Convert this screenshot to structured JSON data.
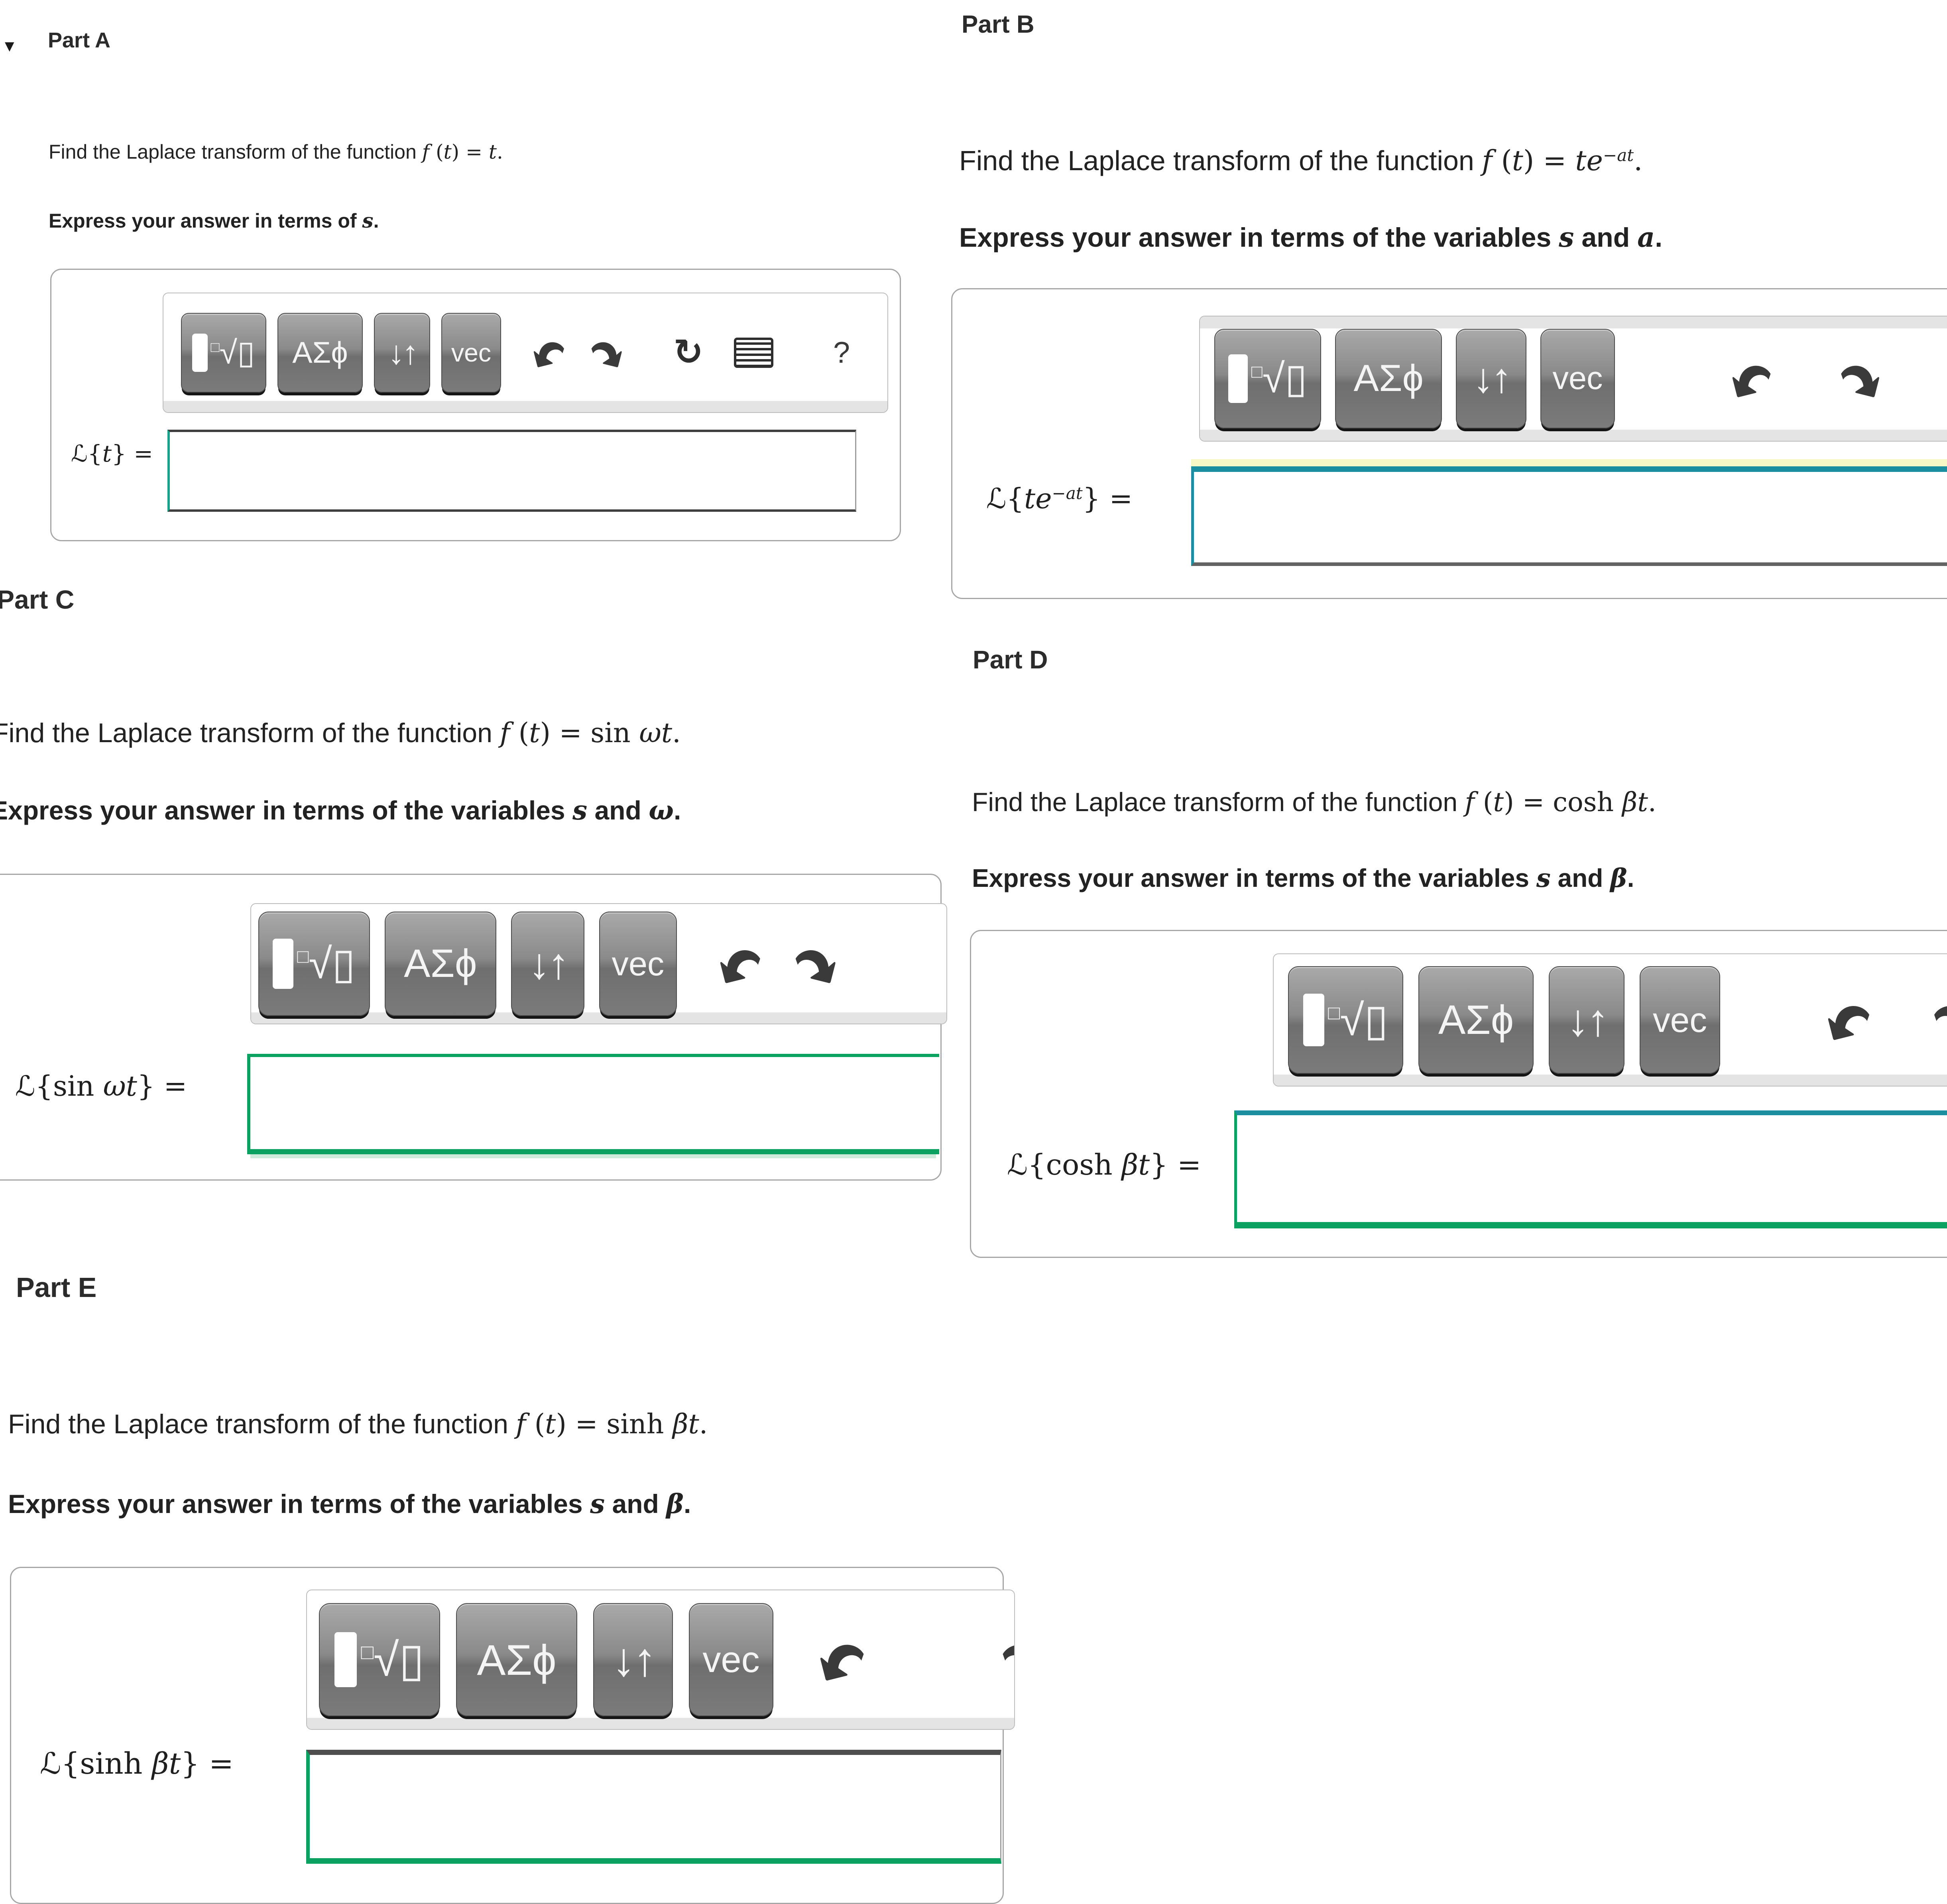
{
  "collapse_icon": "▼",
  "toolbar": {
    "sqrt_button_sup": "□",
    "sqrt_button_glyph": "√▯",
    "greek_button_label": "ΑΣϕ",
    "arrows_button_label": "↓↑",
    "vec_button_label": "vec",
    "help_label": "?"
  },
  "parts": [
    {
      "id": "A",
      "header": "Part A",
      "question": [
        {
          "t": "Find the Laplace transform of the function ",
          "m": false
        },
        {
          "t": "f (t) = t.",
          "m": true
        }
      ],
      "express": [
        {
          "t": "Express your answer in terms of ",
          "m": false
        },
        {
          "t": "s",
          "m": true
        },
        {
          "t": ".",
          "m": false
        }
      ],
      "answer_label": [
        {
          "t": "ℒ{",
          "m": false
        },
        {
          "t": "t",
          "m": true
        },
        {
          "t": "} =",
          "m": false
        }
      ],
      "input_value": ""
    },
    {
      "id": "B",
      "header": "Part B",
      "question": [
        {
          "t": "Find the Laplace transform of the function ",
          "m": false
        },
        {
          "t": "f (t) = te^{−at}.",
          "m": true
        }
      ],
      "express": [
        {
          "t": "Express your answer in terms of the variables ",
          "m": false
        },
        {
          "t": "s",
          "m": true
        },
        {
          "t": " and ",
          "m": false
        },
        {
          "t": "a",
          "m": true
        },
        {
          "t": ".",
          "m": false
        }
      ],
      "answer_label": [
        {
          "t": "ℒ{",
          "m": false
        },
        {
          "t": "te^{−at}",
          "m": true
        },
        {
          "t": "} =",
          "m": false
        }
      ],
      "input_value": ""
    },
    {
      "id": "C",
      "header": "Part C",
      "question": [
        {
          "t": "Find the Laplace transform of the function ",
          "m": false
        },
        {
          "t": "f (t) = sin ωt.",
          "m": true
        }
      ],
      "express": [
        {
          "t": "Express your answer in terms of the variables ",
          "m": false
        },
        {
          "t": "s",
          "m": true
        },
        {
          "t": " and ",
          "m": false
        },
        {
          "t": "ω",
          "m": true
        },
        {
          "t": ".",
          "m": false
        }
      ],
      "answer_label": [
        {
          "t": "ℒ{",
          "m": false
        },
        {
          "t": "sin ωt",
          "m": true
        },
        {
          "t": "} =",
          "m": false
        }
      ],
      "input_value": ""
    },
    {
      "id": "D",
      "header": "Part D",
      "question": [
        {
          "t": "Find the Laplace transform of the function ",
          "m": false
        },
        {
          "t": "f (t) = cosh βt.",
          "m": true
        }
      ],
      "express": [
        {
          "t": "Express your answer in terms of the variables ",
          "m": false
        },
        {
          "t": "s",
          "m": true
        },
        {
          "t": " and ",
          "m": false
        },
        {
          "t": "β",
          "m": true
        },
        {
          "t": ".",
          "m": false
        }
      ],
      "answer_label": [
        {
          "t": "ℒ{",
          "m": false
        },
        {
          "t": "cosh βt",
          "m": true
        },
        {
          "t": "} =",
          "m": false
        }
      ],
      "input_value": ""
    },
    {
      "id": "E",
      "header": "Part E",
      "question": [
        {
          "t": "Find the Laplace transform of the function ",
          "m": false
        },
        {
          "t": "f (t) = sinh βt.",
          "m": true
        }
      ],
      "express": [
        {
          "t": "Express your answer in terms of the variables ",
          "m": false
        },
        {
          "t": "s",
          "m": true
        },
        {
          "t": " and ",
          "m": false
        },
        {
          "t": "β",
          "m": true
        },
        {
          "t": ".",
          "m": false
        }
      ],
      "answer_label": [
        {
          "t": "ℒ{",
          "m": false
        },
        {
          "t": "sinh βt",
          "m": true
        },
        {
          "t": "} =",
          "m": false
        }
      ],
      "input_value": ""
    }
  ]
}
